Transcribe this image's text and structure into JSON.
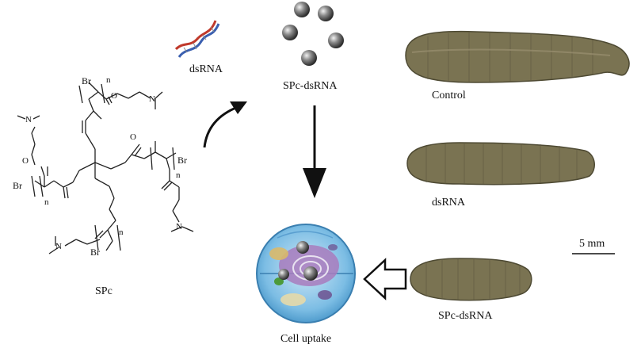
{
  "labels": {
    "dsrna_top": "dsRNA",
    "spc_dsrna_top": "SPc-dsRNA",
    "control": "Control",
    "dsrna_larva": "dsRNA",
    "spc_dsrna_larva": "SPc-dsRNA",
    "scale": "5 mm",
    "spc": "SPc",
    "cell_uptake": "Cell uptake"
  },
  "chem": {
    "br": "Br",
    "n": "n",
    "o": "O",
    "nitrogen": "N"
  },
  "colors": {
    "larva": "#7a7352",
    "larva_dark": "#4e4a33",
    "cell_blue": "#6fb6e0",
    "nucleus_purple": "#8a5aa6",
    "nanoparticle": "#555555",
    "dsrna_red": "#c0392b",
    "dsrna_blue": "#3a5fb0"
  }
}
